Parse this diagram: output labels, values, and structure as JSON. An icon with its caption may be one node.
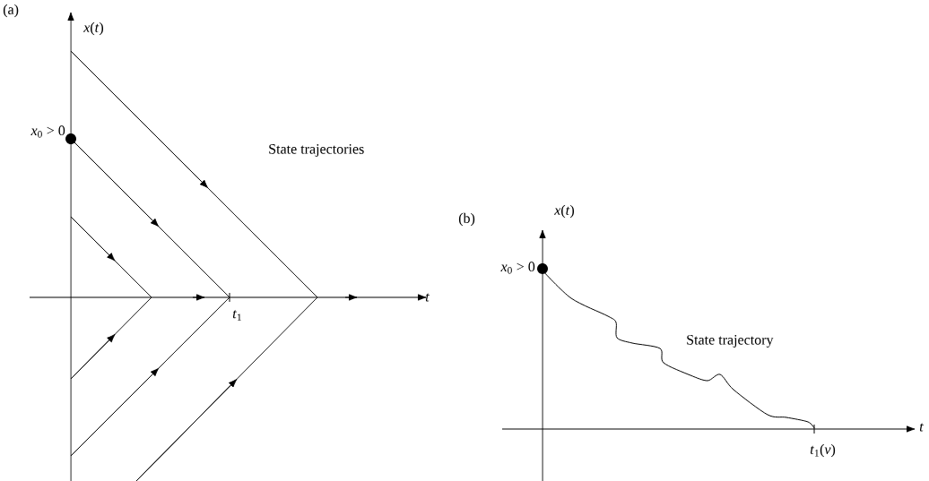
{
  "diagram": {
    "labels": [
      "(a)",
      "*x*(*t*)",
      "*x*$_{0}$ > 0",
      "State trajectories",
      "*t*$_{1}$",
      "*t*",
      "(b)",
      "*x*(*t*)",
      "*x*$_{0}$ > 0",
      "State trajectory",
      "*t*$_{1}$(*ν*)",
      "*t*"
    ]
  }
}
